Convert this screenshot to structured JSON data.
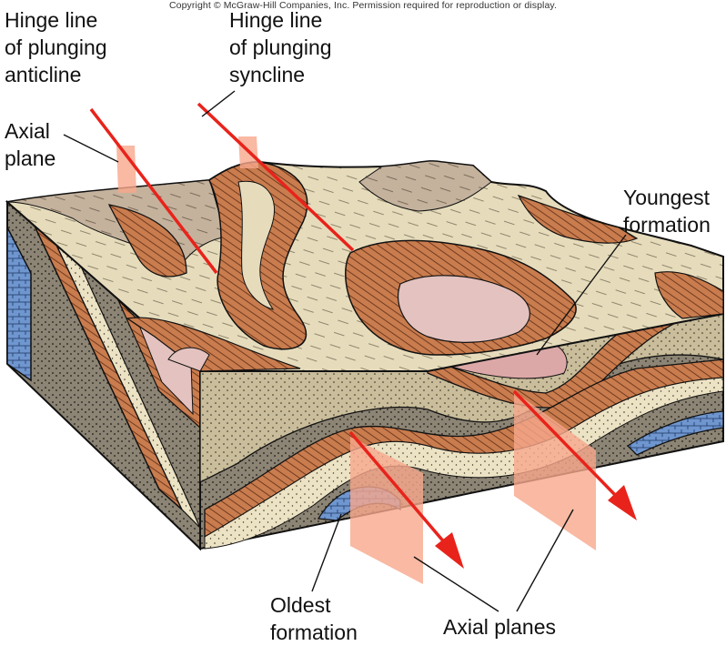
{
  "copyright": "Copyright © McGraw-Hill Companies, Inc. Permission required for reproduction or display.",
  "labels": {
    "hinge_anticline": [
      "Hinge line",
      "of plunging",
      "anticline"
    ],
    "hinge_syncline": [
      "Hinge line",
      "of plunging",
      "syncline"
    ],
    "axial_plane": [
      "Axial",
      "plane"
    ],
    "youngest_formation": [
      "Youngest",
      "formation"
    ],
    "oldest_formation": [
      "Oldest",
      "formation"
    ],
    "axial_planes": "Axial planes"
  },
  "colors": {
    "hinge_line": "#e8231b",
    "axial_plane": "#f7a88c",
    "top_surface": "#e6dcbc",
    "brown_layer": "#c97c4e",
    "dark_brown": "#a85a33",
    "taupe_layer": "#b8aa94",
    "pink_layer": "#e3c2bf",
    "speckled_light": "#ece2c4",
    "speckled_dark": "#8c8474",
    "oldest_blue": "#6f96cf"
  }
}
